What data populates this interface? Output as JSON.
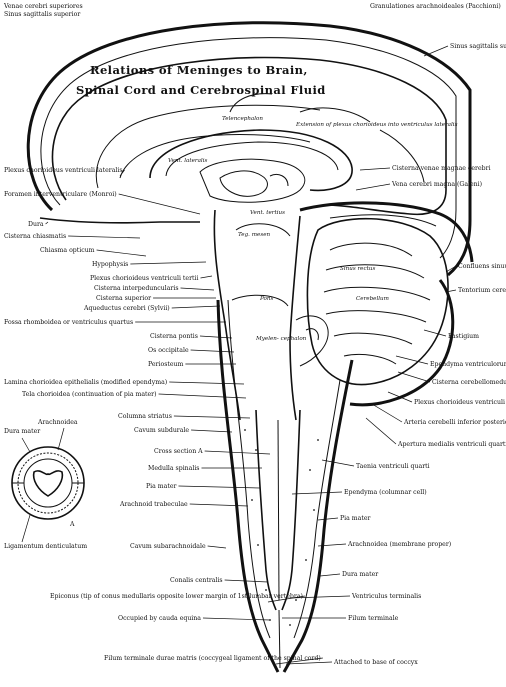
{
  "title": {
    "line1": "Relations of Meninges to Brain,",
    "line2": "Spinal Cord and Cerebrospinal Fluid"
  },
  "inner": {
    "telencephalon": "Telencephalon",
    "vent_lateralis": "Vent. lateralis",
    "vent_tertius": "Vent. tertius",
    "tegmentum": "Teg. mesen",
    "pons": "Pons",
    "sinus_rectus": "Sinus rectus",
    "cerebellum": "Cerebellum",
    "myelencephalon": "Myelen- cephalon",
    "extension": "Extension of plexus chorioideus into ventriculus lateralis"
  },
  "labels_left": [
    "Venae cerebri superiores",
    "Sinus sagittalis superior",
    "Plexus chorioideus ventriculi lateralis",
    "Foramen interventriculare (Monroi)",
    "Dura",
    "Cisterna chiasmatis",
    "Chiasma opticum",
    "Hypophysis",
    "Plexus chorioideus ventriculi tertii",
    "Cisterna interpeduncularis",
    "Cisterna superior",
    "Aqueductus cerebri (Sylvii)",
    "Fossa rhomboidea or ventriculus quartus",
    "Cisterna pontis",
    "Os occipitale",
    "Periosteum",
    "Lamina chorioidea epithelialis (modified ependyma)",
    "Tela chorioidea (continuation of pia mater)",
    "Columna striatus",
    "Cavum subdurale",
    "Cross section A",
    "Medulla spinalis",
    "Pia mater",
    "Arachnoid trabeculae",
    "Cavum subarachnoidale",
    "Conalis centralis",
    "Epiconus (tip of conus medullaris opposite lower margin of 1st lumbar vertebra)",
    "Occupied by cauda equina",
    "Filum terminale durae matris (coccygeal ligament of the spinal cord)"
  ],
  "labels_right": [
    "Granulationes arachnoideales (Pacchioni)",
    "Sinus sagittalis superior",
    "Cisterna venae magnae cerebri",
    "Vena cerebri magna (Galeni)",
    "Confluens sinuum",
    "Tentorium cerebelli",
    "Fastigium",
    "Ependyma ventriculorum",
    "Cisterna cerebellomedullaris",
    "Plexus chorioideus ventriculi quarti",
    "Arteria cerebelli inferior posterior",
    "Apertura medialis ventriculi quarti (Magendi)",
    "Taenia ventriculi quarti",
    "Ependyma (columnar cell)",
    "Pia mater",
    "Arachnoidea (membrane proper)",
    "Dura mater",
    "Ventriculus terminalis",
    "Filum terminale",
    "Attached to base of coccyx"
  ],
  "cross_section": {
    "dura": "Dura mater",
    "arachnoidea": "Arachnoidea",
    "ligamentum": "Ligamentum denticulatum",
    "marker": "A"
  }
}
